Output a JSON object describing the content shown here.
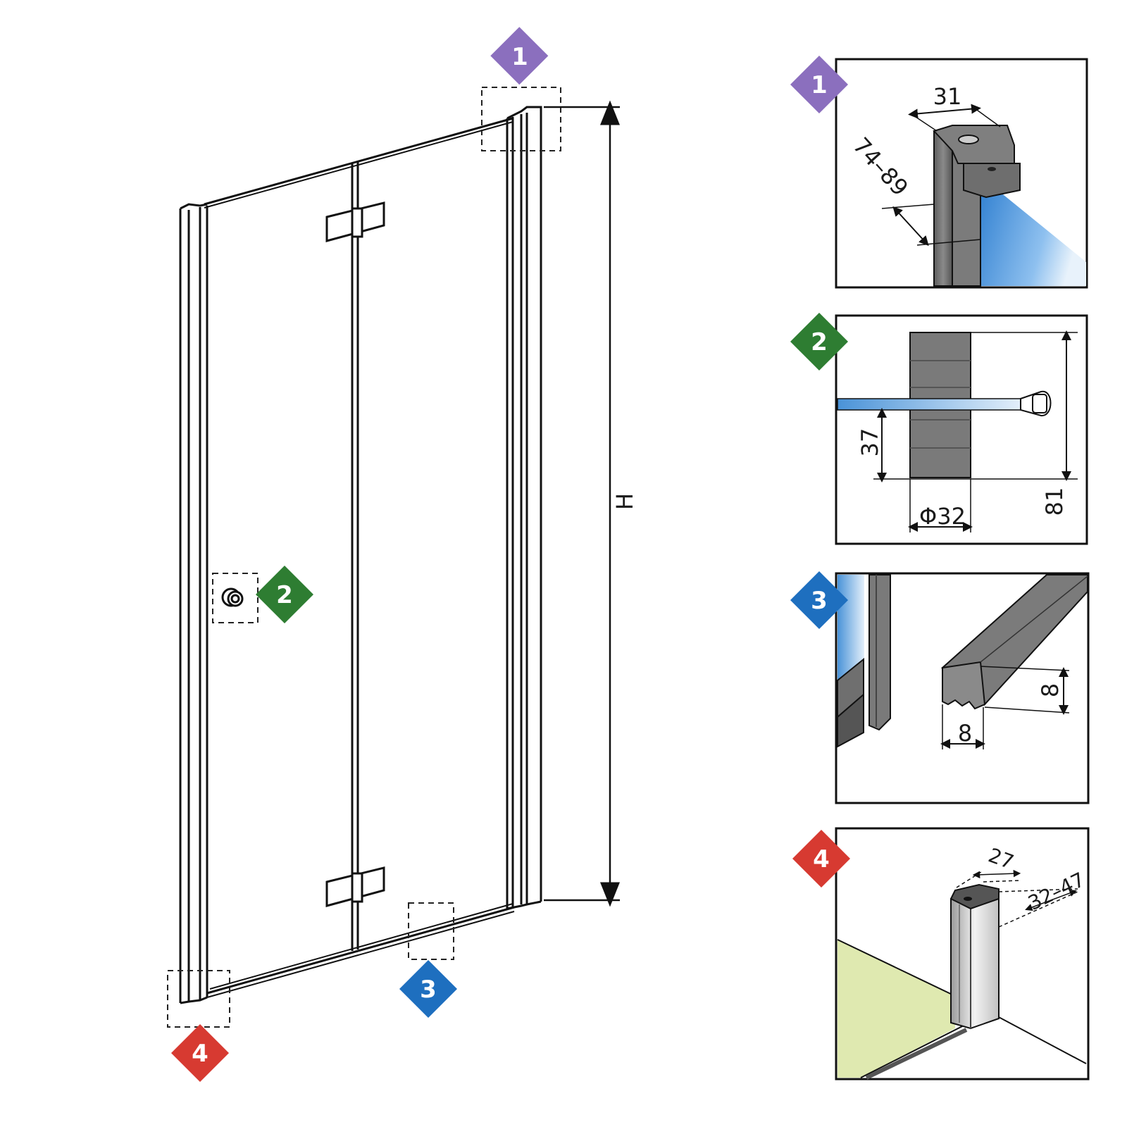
{
  "colors": {
    "badge_1": "#8b6fbe",
    "badge_2": "#2e7d32",
    "badge_3": "#1e6fbf",
    "badge_4": "#d73a31",
    "glass_blue": "#2f7fd0",
    "profile_gray": "#6b6b6b",
    "floor_green": "#dfe9b0"
  },
  "badges": {
    "b1": "1",
    "b2": "2",
    "b3": "3",
    "b4": "4"
  },
  "main_drawing": {
    "height_label": "H"
  },
  "detail_1": {
    "badge": "1",
    "dim_width": "31",
    "dim_range": "74–89"
  },
  "detail_2": {
    "badge": "2",
    "dim_height_small": "37",
    "dim_height_total": "81",
    "dim_diameter": "Φ32"
  },
  "detail_3": {
    "badge": "3",
    "dim_height": "8",
    "dim_width": "8"
  },
  "detail_4": {
    "badge": "4",
    "dim_width": "27",
    "dim_range": "32–47"
  }
}
